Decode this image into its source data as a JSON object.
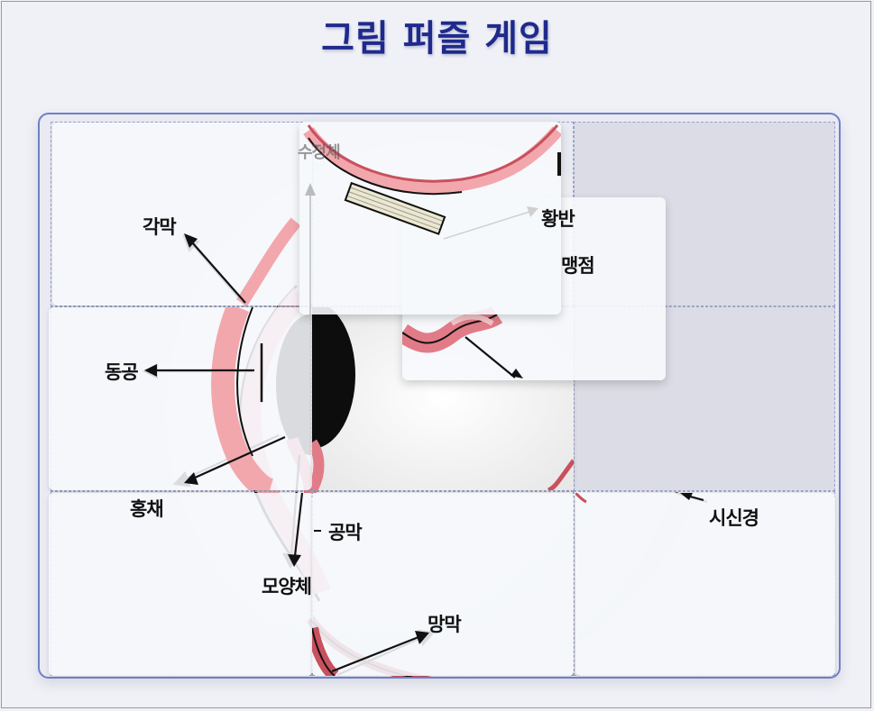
{
  "title": "그림 퍼즐 게임",
  "puzzle": {
    "grid": {
      "rows": 3,
      "cols": 3
    },
    "labels": {
      "cornea": "각막",
      "pupil": "동공",
      "iris": "홍채",
      "ciliary": "모양체",
      "sclera": "공막",
      "retina": "망막",
      "optic_nerve": "시신경",
      "macula": "황반",
      "blind_spot": "맹점",
      "lens_partial": "수정체"
    }
  },
  "colors": {
    "title": "#1f2a8c",
    "board_border": "#6f7fc8",
    "empty_slot": "#dcdce6",
    "eye_pink": "#f2a7ad",
    "eye_dark": "#c9505e",
    "pupil": "#0d0d0d"
  }
}
